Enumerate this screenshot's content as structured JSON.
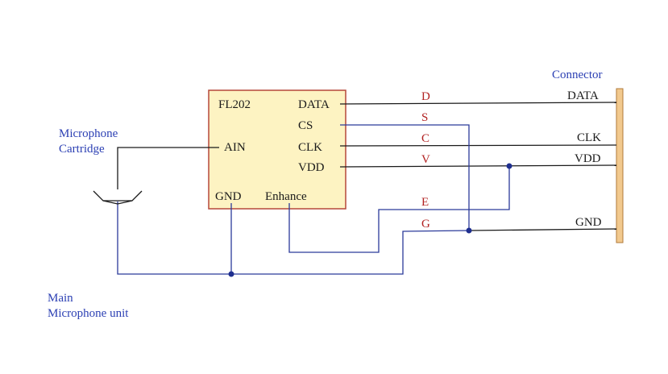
{
  "colors": {
    "chip_fill": "#fdf3c2",
    "chip_border": "#b5483a",
    "connector_fill": "#f2c98e",
    "connector_border": "#b07a3a",
    "label_blue": "#2b3fb3",
    "signal_red": "#b22222",
    "wire_blue": "#2b3a9a",
    "wire_dark": "#1a1a1a"
  },
  "chip": {
    "name": "FL202",
    "pins": {
      "data": "DATA",
      "cs": "CS",
      "ain": "AIN",
      "clk": "CLK",
      "vdd": "VDD",
      "gnd": "GND",
      "enhance": "Enhance"
    }
  },
  "microphone": {
    "cartridge_line1": "Microphone",
    "cartridge_line2": "Cartridge",
    "icon": "microphone-symbol-icon"
  },
  "main_unit": {
    "line1": "Main",
    "line2": "Microphone unit"
  },
  "connector": {
    "title": "Connector",
    "pins": {
      "data": "DATA",
      "clk": "CLK",
      "vdd": "VDD",
      "gnd": "GND"
    }
  },
  "signals": {
    "d": "D",
    "s": "S",
    "c": "C",
    "v": "V",
    "e": "E",
    "g": "G"
  }
}
